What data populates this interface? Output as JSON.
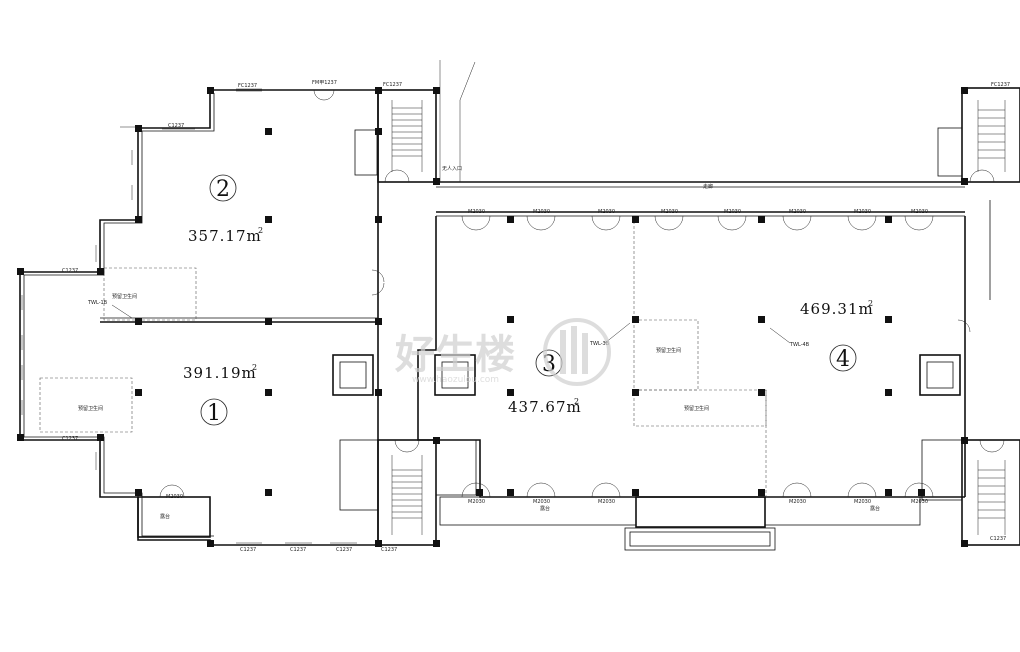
{
  "rooms": [
    {
      "num": "2",
      "area": "357.17m",
      "sup": "2"
    },
    {
      "num": "1",
      "area": "391.19m",
      "sup": "2"
    },
    {
      "num": "3",
      "area": "437.67m",
      "sup": "2"
    },
    {
      "num": "4",
      "area": "469.31m",
      "sup": "2"
    }
  ],
  "labels": {
    "corridor": "走廊",
    "balcony1": "露台",
    "balcony2": "露台",
    "balcony3": "露台",
    "toilet1": "预留卫生间",
    "toilet2": "预留卫生间",
    "toilet3": "预留卫生间",
    "toilet4": "预留卫生间",
    "entrance": "无人入口",
    "tag_1b": "TWL-1B",
    "tag_3b": "TWL-3B",
    "tag_4b": "TWL-4B",
    "win_fc": "FC1237",
    "win_fm": "FM甲1237",
    "win_c": "C1237",
    "door_m": "M2030"
  },
  "watermark": {
    "text": "好生楼",
    "sub": "www.haozulou.com"
  }
}
